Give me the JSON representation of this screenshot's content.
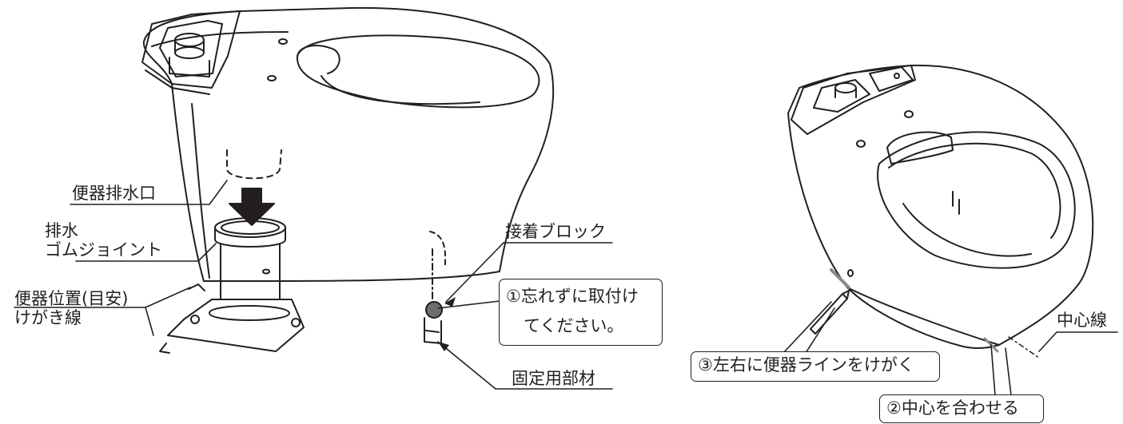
{
  "labels": {
    "drain_outlet": "便器排水口",
    "drain_joint_line1": "排水",
    "drain_joint_line2": "ゴムジョイント",
    "toilet_position_line1": "便器位置(目安)",
    "toilet_position_line2": "けがき線",
    "adhesive_block": "接着ブロック",
    "fixing_member": "固定用部材",
    "center_line": "中心線"
  },
  "callouts": {
    "step1_line1": "①忘れずに取付け",
    "step1_line2": "てください。",
    "step2": "②中心を合わせる",
    "step3": "③左右に便器ラインをけがく"
  },
  "colors": {
    "line": "#231f20",
    "background": "#ffffff",
    "accent_gray": "#8a8a8a"
  }
}
